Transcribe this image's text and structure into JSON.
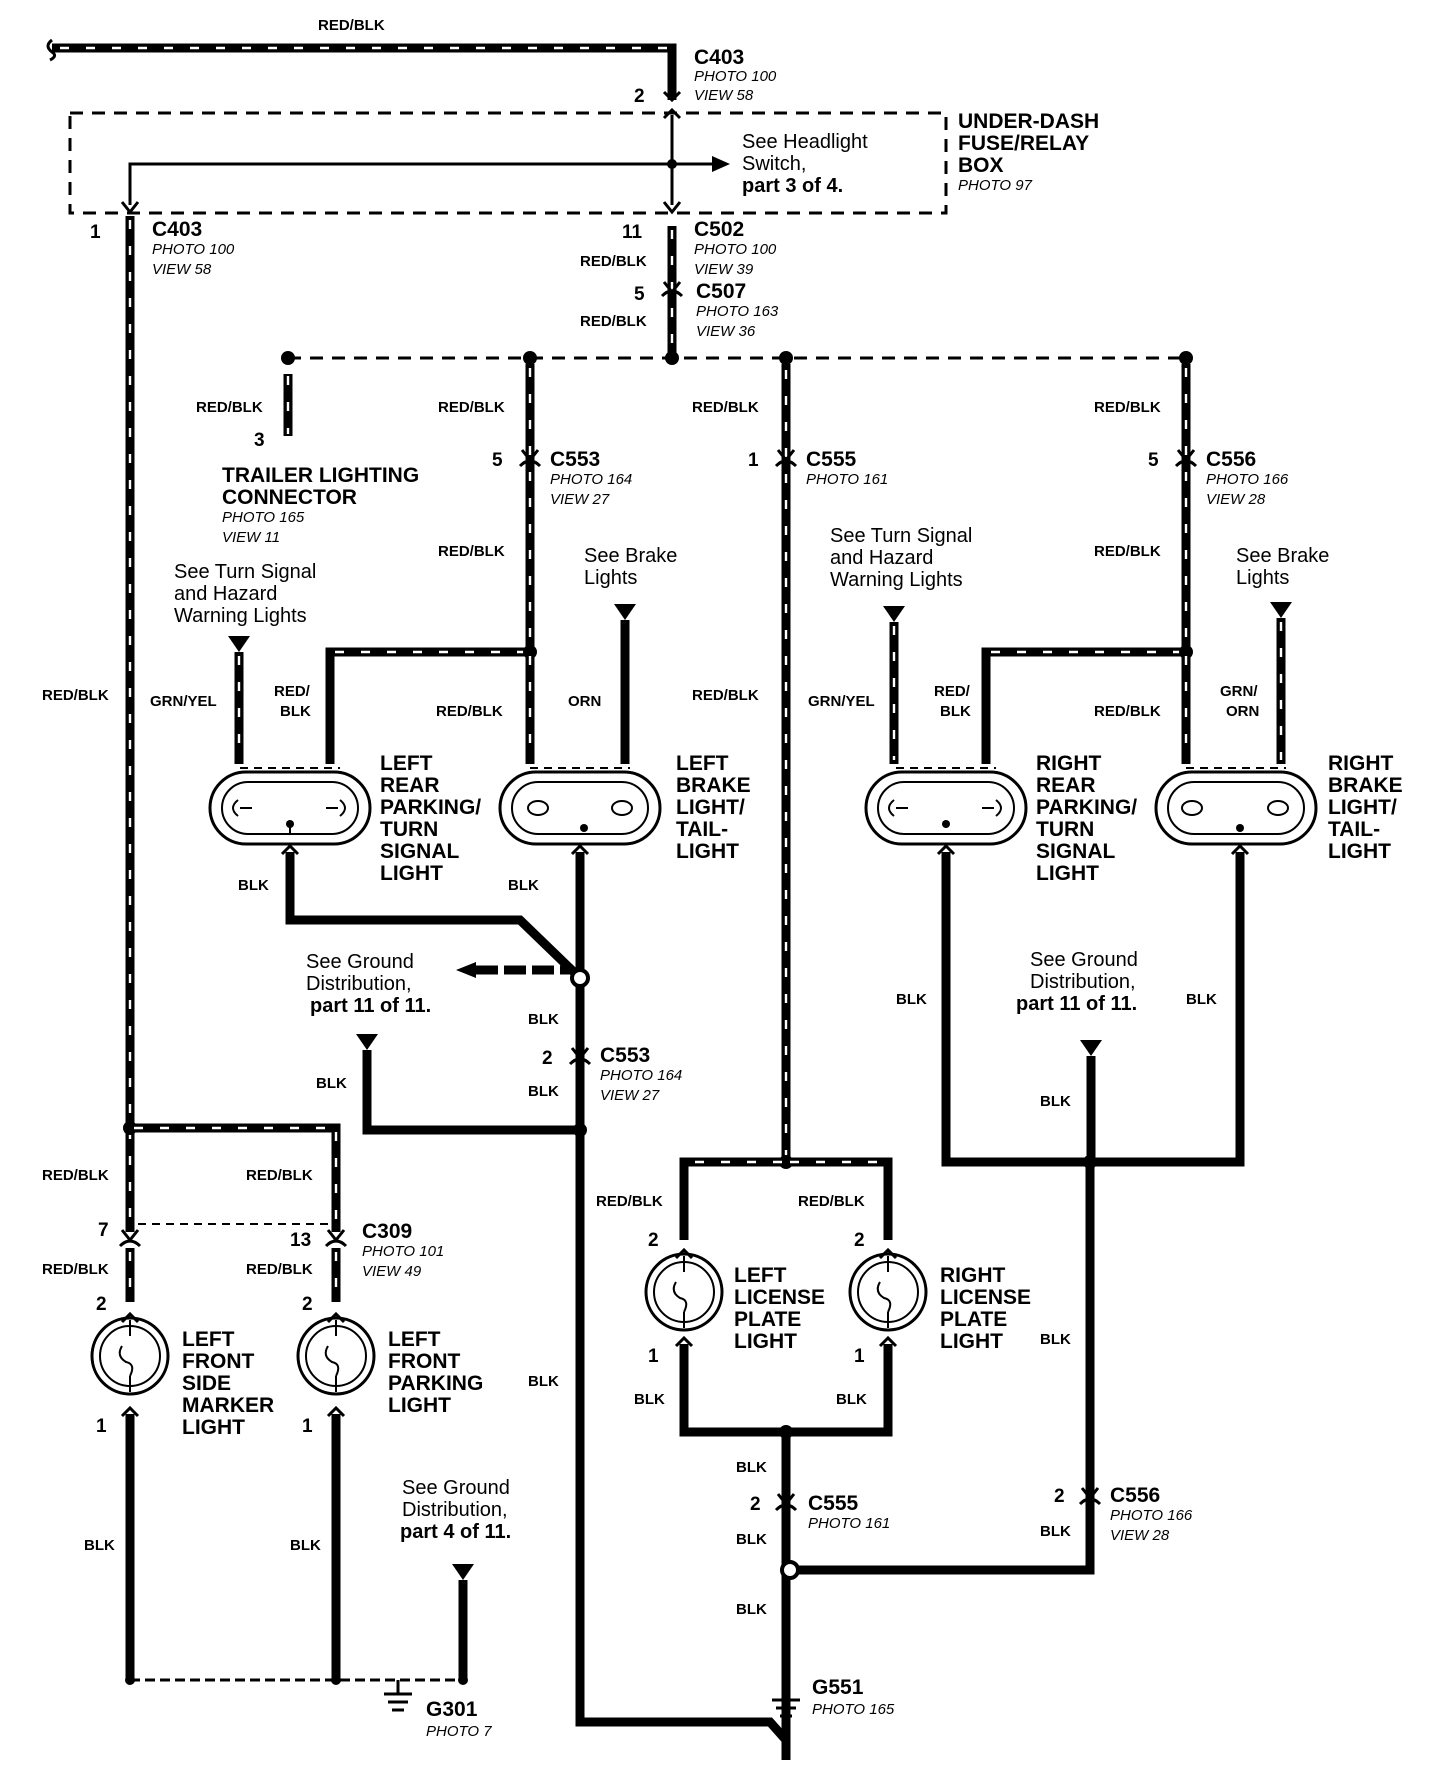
{
  "wire_colors": {
    "red_blk": "RED/BLK",
    "blk": "BLK",
    "grn_yel": "GRN/YEL",
    "orn": "ORN",
    "red_slash": "RED/",
    "blk_part": "BLK",
    "grn_slash": "GRN/",
    "orn_part": "ORN"
  },
  "connectors": {
    "c403": "C403",
    "c502": "C502",
    "c507": "C507",
    "c553": "C553",
    "c555": "C555",
    "c556": "C556",
    "c309": "C309"
  },
  "photos": {
    "p100": "PHOTO 100",
    "p97": "PHOTO 97",
    "p163": "PHOTO 163",
    "p164": "PHOTO 164",
    "p161": "PHOTO 161",
    "p166": "PHOTO 166",
    "p165": "PHOTO 165",
    "p101": "PHOTO 101",
    "p7": "PHOTO 7"
  },
  "views": {
    "v58": "VIEW 58",
    "v39": "VIEW 39",
    "v36": "VIEW 36",
    "v27": "VIEW 27",
    "v28": "VIEW 28",
    "v11": "VIEW 11",
    "v49": "VIEW 49"
  },
  "pins": {
    "p1": "1",
    "p2": "2",
    "p3": "3",
    "p5": "5",
    "p7": "7",
    "p11": "11",
    "p13": "13"
  },
  "fuse_box": {
    "line1": "UNDER-DASH",
    "line2": "FUSE/RELAY",
    "line3": "BOX"
  },
  "headlight_note": {
    "line1": "See Headlight",
    "line2": "Switch,",
    "line3": "part 3 of 4."
  },
  "trailer": {
    "line1": "TRAILER LIGHTING",
    "line2": "CONNECTOR"
  },
  "turn_note": {
    "line1": "See Turn Signal",
    "line2": "and Hazard",
    "line3": "Warning Lights"
  },
  "brake_note": {
    "line1": "See Brake",
    "line2": "Lights"
  },
  "components": {
    "left_rear": [
      "LEFT",
      "REAR",
      "PARKING/",
      "TURN",
      "SIGNAL",
      "LIGHT"
    ],
    "left_brake": [
      "LEFT",
      "BRAKE",
      "LIGHT/",
      "TAIL-",
      "LIGHT"
    ],
    "right_rear": [
      "RIGHT",
      "REAR",
      "PARKING/",
      "TURN",
      "SIGNAL",
      "LIGHT"
    ],
    "right_brake": [
      "RIGHT",
      "BRAKE",
      "LIGHT/",
      "TAIL-",
      "LIGHT"
    ],
    "left_license": [
      "LEFT",
      "LICENSE",
      "PLATE",
      "LIGHT"
    ],
    "right_license": [
      "RIGHT",
      "LICENSE",
      "PLATE",
      "LIGHT"
    ],
    "left_side_marker": [
      "LEFT",
      "FRONT",
      "SIDE",
      "MARKER",
      "LIGHT"
    ],
    "left_front_parking": [
      "LEFT",
      "FRONT",
      "PARKING",
      "LIGHT"
    ]
  },
  "ground_notes": {
    "note_a": {
      "line1": "See Ground",
      "line2": "Distribution,",
      "line3": "part 11 of 11."
    },
    "note_b": {
      "line1": "See Ground",
      "line2": "Distribution,",
      "line3": "part 11 of 11."
    },
    "note_c": {
      "line1": "See Ground",
      "line2": "Distribution,",
      "line3": "part 4 of 11."
    }
  },
  "grounds": {
    "g301": "G301",
    "g551": "G551"
  }
}
